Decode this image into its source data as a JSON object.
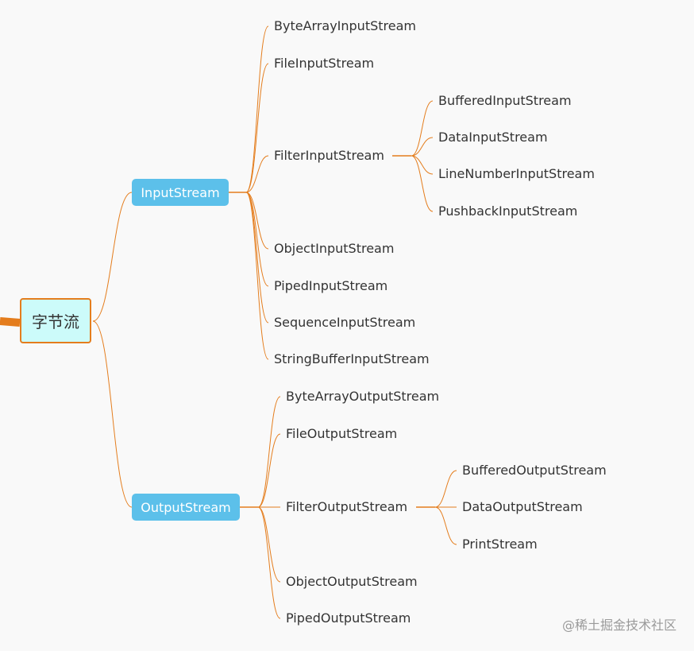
{
  "root": {
    "label": "字节流"
  },
  "input": {
    "label": "InputStream",
    "children": [
      "ByteArrayInputStream",
      "FileInputStream",
      "FilterInputStream",
      "ObjectInputStream",
      "PipedInputStream",
      "SequenceInputStream",
      "StringBufferInputStream"
    ],
    "filter_children": [
      "BufferedInputStream",
      "DataInputStream",
      "LineNumberInputStream",
      "PushbackInputStream"
    ]
  },
  "output": {
    "label": "OutputStream",
    "children": [
      "ByteArrayOutputStream",
      "FileOutputStream",
      "FilterOutputStream",
      "ObjectOutputStream",
      "PipedOutputStream"
    ],
    "filter_children": [
      "BufferedOutputStream",
      "DataOutputStream",
      "PrintStream"
    ]
  },
  "watermark": "@稀土掘金技术社区",
  "colors": {
    "connector": "#e47d1d",
    "branch_fill": "#5cc0ea",
    "root_fill": "#ccfbfa",
    "background": "#f9f9f9"
  }
}
